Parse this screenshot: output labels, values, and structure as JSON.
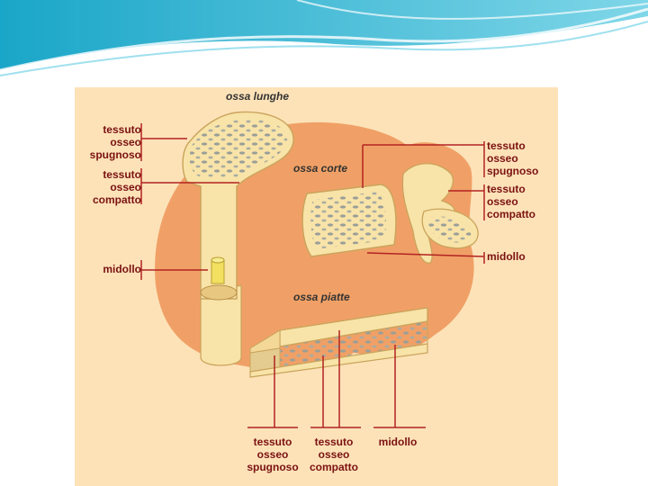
{
  "colors": {
    "header_teal": "#4fc3d9",
    "background_panel": "#fde2b8",
    "orange_blob": "#f0a066",
    "bone": "#f8e3a8",
    "spongy_spots": "#9a9f98",
    "label_red": "#7a1212",
    "arrow_red": "#b22222"
  },
  "diagram": {
    "titles": {
      "long_bones": "ossa lunghe",
      "short_bones": "ossa corte",
      "flat_bones": "ossa piatte"
    },
    "long_labels": {
      "spongy": "tessuto\nosseo\nspugnoso",
      "compact": "tessuto\nosseo\ncompatto",
      "marrow": "midollo"
    },
    "short_labels": {
      "spongy": "tessuto\nosseo\nspugnoso",
      "compact": "tessuto\nosseo\ncompatto",
      "marrow": "midollo"
    },
    "flat_labels": {
      "spongy": "tessuto\nosseo\nspugnoso",
      "compact": "tessuto\nosseo\ncompatto",
      "marrow": "midollo"
    }
  }
}
